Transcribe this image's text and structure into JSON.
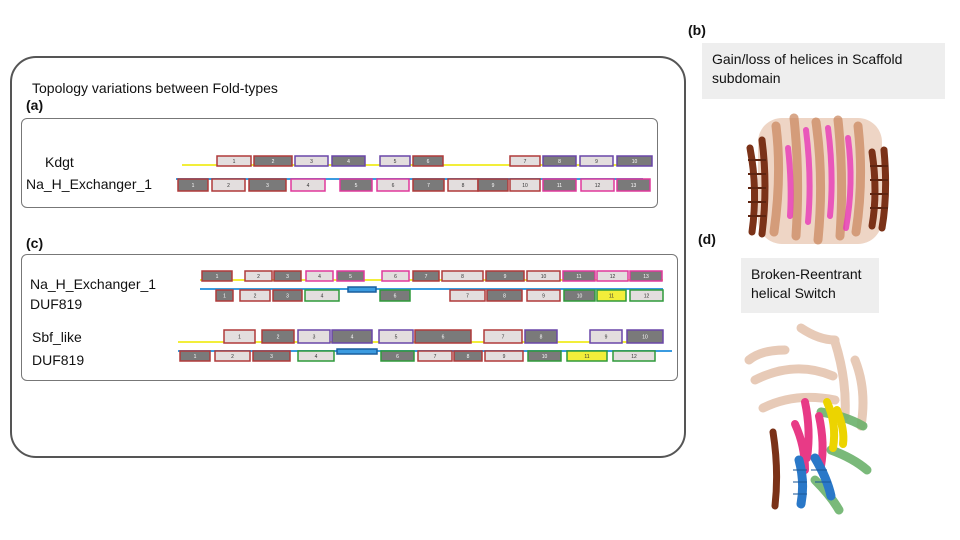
{
  "panel_main": {
    "title": "Topology variations between Fold-types",
    "label_a": "(a)",
    "label_c": "(c)"
  },
  "rows_a": [
    {
      "label": "Kdgt"
    },
    {
      "label": "Na_H_Exchanger_1"
    }
  ],
  "rows_c": [
    {
      "label": "Na_H_Exchanger_1"
    },
    {
      "label": "DUF819"
    },
    {
      "label": "Sbf_like"
    },
    {
      "label": "DUF819"
    }
  ],
  "panel_b": {
    "label": "(b)",
    "caption": "Gain/loss of helices in Scaffold subdomain"
  },
  "panel_d": {
    "label": "(d)",
    "caption": "Broken-Reentrant helical Switch"
  },
  "colors": {
    "dark_fill": "#7a7a7a",
    "light_fill": "#e3dede",
    "red_border": "#b03a3a",
    "purple_border": "#6a46a8",
    "pink_border": "#e0389c",
    "green_border": "#2f9a3a",
    "yellow_line": "#f2ee3a",
    "blue_line": "#3b9be0",
    "protein_brown": "#8b3a1e",
    "protein_pink": "#e838b8",
    "protein_yellow": "#ecd400",
    "protein_blue": "#2a78c8",
    "protein_green": "#6cb26c"
  },
  "helix_tracks": [
    {
      "line": "yellow",
      "helices": [
        {
          "n": "1",
          "fill": "light",
          "border": "red"
        },
        {
          "n": "2",
          "fill": "dark",
          "border": "red"
        },
        {
          "n": "3",
          "fill": "light",
          "border": "purple"
        },
        {
          "n": "4",
          "fill": "dark",
          "border": "purple"
        },
        {
          "n": "5",
          "fill": "light",
          "border": "purple"
        },
        {
          "n": "6",
          "fill": "dark",
          "border": "red"
        },
        {
          "n": "7",
          "fill": "light",
          "border": "red"
        },
        {
          "n": "8",
          "fill": "dark",
          "border": "purple"
        },
        {
          "n": "9",
          "fill": "light",
          "border": "purple"
        },
        {
          "n": "10",
          "fill": "dark",
          "border": "purple"
        }
      ]
    },
    {
      "line": "blue",
      "helices": [
        {
          "n": "1",
          "fill": "dark",
          "border": "red"
        },
        {
          "n": "2",
          "fill": "light",
          "border": "red"
        },
        {
          "n": "3",
          "fill": "dark",
          "border": "red"
        },
        {
          "n": "4",
          "fill": "light",
          "border": "pink"
        },
        {
          "n": "5",
          "fill": "dark",
          "border": "pink"
        },
        {
          "n": "6",
          "fill": "light",
          "border": "pink"
        },
        {
          "n": "7",
          "fill": "dark",
          "border": "red"
        },
        {
          "n": "8",
          "fill": "light",
          "border": "red"
        },
        {
          "n": "9",
          "fill": "dark",
          "border": "red"
        },
        {
          "n": "10",
          "fill": "light",
          "border": "red"
        },
        {
          "n": "11",
          "fill": "dark",
          "border": "pink"
        },
        {
          "n": "12",
          "fill": "light",
          "border": "pink"
        },
        {
          "n": "13",
          "fill": "dark",
          "border": "pink"
        }
      ]
    },
    {
      "line": "yellow",
      "helices": [
        {
          "n": "1",
          "fill": "dark",
          "border": "red"
        },
        {
          "n": "2",
          "fill": "light",
          "border": "red"
        },
        {
          "n": "3",
          "fill": "dark",
          "border": "red"
        },
        {
          "n": "4",
          "fill": "light",
          "border": "pink"
        },
        {
          "n": "5",
          "fill": "dark",
          "border": "pink"
        },
        {
          "n": "6",
          "fill": "light",
          "border": "pink"
        },
        {
          "n": "7",
          "fill": "dark",
          "border": "red"
        },
        {
          "n": "8",
          "fill": "light",
          "border": "red"
        },
        {
          "n": "9",
          "fill": "dark",
          "border": "red"
        },
        {
          "n": "10",
          "fill": "light",
          "border": "red"
        },
        {
          "n": "11",
          "fill": "dark",
          "border": "pink"
        },
        {
          "n": "12",
          "fill": "light",
          "border": "pink"
        },
        {
          "n": "13",
          "fill": "dark",
          "border": "pink"
        }
      ]
    },
    {
      "line": "blue",
      "helices": [
        {
          "n": "1",
          "fill": "dark",
          "border": "red"
        },
        {
          "n": "2",
          "fill": "light",
          "border": "red"
        },
        {
          "n": "3",
          "fill": "dark",
          "border": "red"
        },
        {
          "n": "4",
          "fill": "light",
          "border": "green"
        },
        {
          "n": "",
          "fill": "blue",
          "border": "blue"
        },
        {
          "n": "6",
          "fill": "dark",
          "border": "green"
        },
        {
          "n": "7",
          "fill": "light",
          "border": "red"
        },
        {
          "n": "8",
          "fill": "dark",
          "border": "red"
        },
        {
          "n": "9",
          "fill": "light",
          "border": "red"
        },
        {
          "n": "10",
          "fill": "dark",
          "border": "green"
        },
        {
          "n": "11",
          "fill": "yellow",
          "border": "green"
        },
        {
          "n": "12",
          "fill": "light",
          "border": "green"
        }
      ]
    },
    {
      "line": "yellow",
      "helices": [
        {
          "n": "1",
          "fill": "light",
          "border": "red"
        },
        {
          "n": "2",
          "fill": "dark",
          "border": "red"
        },
        {
          "n": "3",
          "fill": "light",
          "border": "purple"
        },
        {
          "n": "4",
          "fill": "dark",
          "border": "purple"
        },
        {
          "n": "5",
          "fill": "light",
          "border": "purple"
        },
        {
          "n": "6",
          "fill": "dark",
          "border": "red"
        },
        {
          "n": "7",
          "fill": "light",
          "border": "red"
        },
        {
          "n": "8",
          "fill": "dark",
          "border": "purple"
        },
        {
          "n": "9",
          "fill": "light",
          "border": "purple"
        },
        {
          "n": "10",
          "fill": "dark",
          "border": "purple"
        }
      ]
    },
    {
      "line": "blue",
      "helices": [
        {
          "n": "1",
          "fill": "dark",
          "border": "red"
        },
        {
          "n": "2",
          "fill": "light",
          "border": "red"
        },
        {
          "n": "3",
          "fill": "dark",
          "border": "red"
        },
        {
          "n": "4",
          "fill": "light",
          "border": "green"
        },
        {
          "n": "",
          "fill": "blue",
          "border": "blue"
        },
        {
          "n": "6",
          "fill": "dark",
          "border": "green"
        },
        {
          "n": "7",
          "fill": "light",
          "border": "red"
        },
        {
          "n": "8",
          "fill": "dark",
          "border": "red"
        },
        {
          "n": "9",
          "fill": "light",
          "border": "red"
        },
        {
          "n": "10",
          "fill": "dark",
          "border": "green"
        },
        {
          "n": "11",
          "fill": "yellow",
          "border": "green"
        },
        {
          "n": "12",
          "fill": "light",
          "border": "green"
        }
      ]
    }
  ]
}
